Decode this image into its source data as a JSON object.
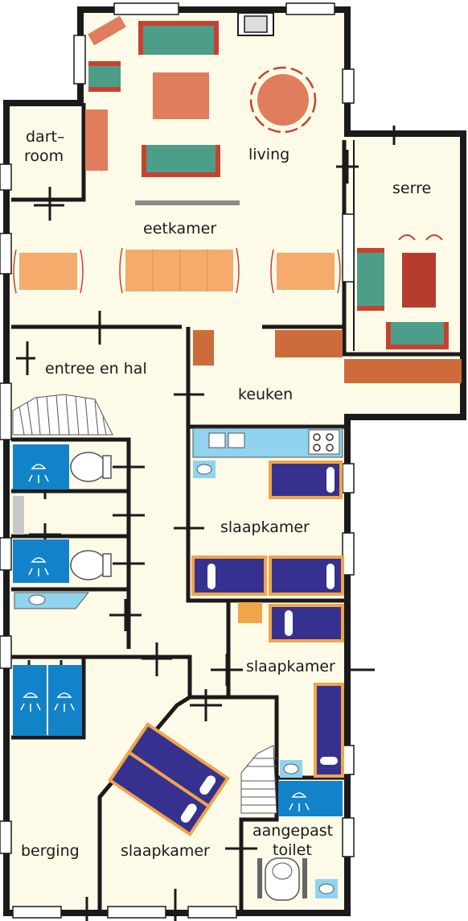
{
  "rooms": {
    "dartroom_1": "dart–",
    "dartroom_2": "room",
    "living": "living",
    "serre": "serre",
    "eetkamer": "eetkamer",
    "entree": "entree en hal",
    "keuken": "keuken",
    "slaapkamer_1": "slaapkamer",
    "slaapkamer_2": "slaapkamer",
    "slaapkamer_3": "slaapkamer",
    "toilet_1": "aangepast",
    "toilet_2": "toilet",
    "berging": "berging"
  },
  "colors": {
    "floor": "#fdfbe8",
    "wall": "#1a1a1a",
    "sofa": "#4d9e88",
    "sofa_end": "#c8412f",
    "table": "#e07d5c",
    "dining": "#f4ab6c",
    "cabinet": "#cd6b3b",
    "bed_frame": "#f0a54a",
    "bed": "#36318f",
    "shower": "#1383c9",
    "counter": "#90d3ef"
  }
}
